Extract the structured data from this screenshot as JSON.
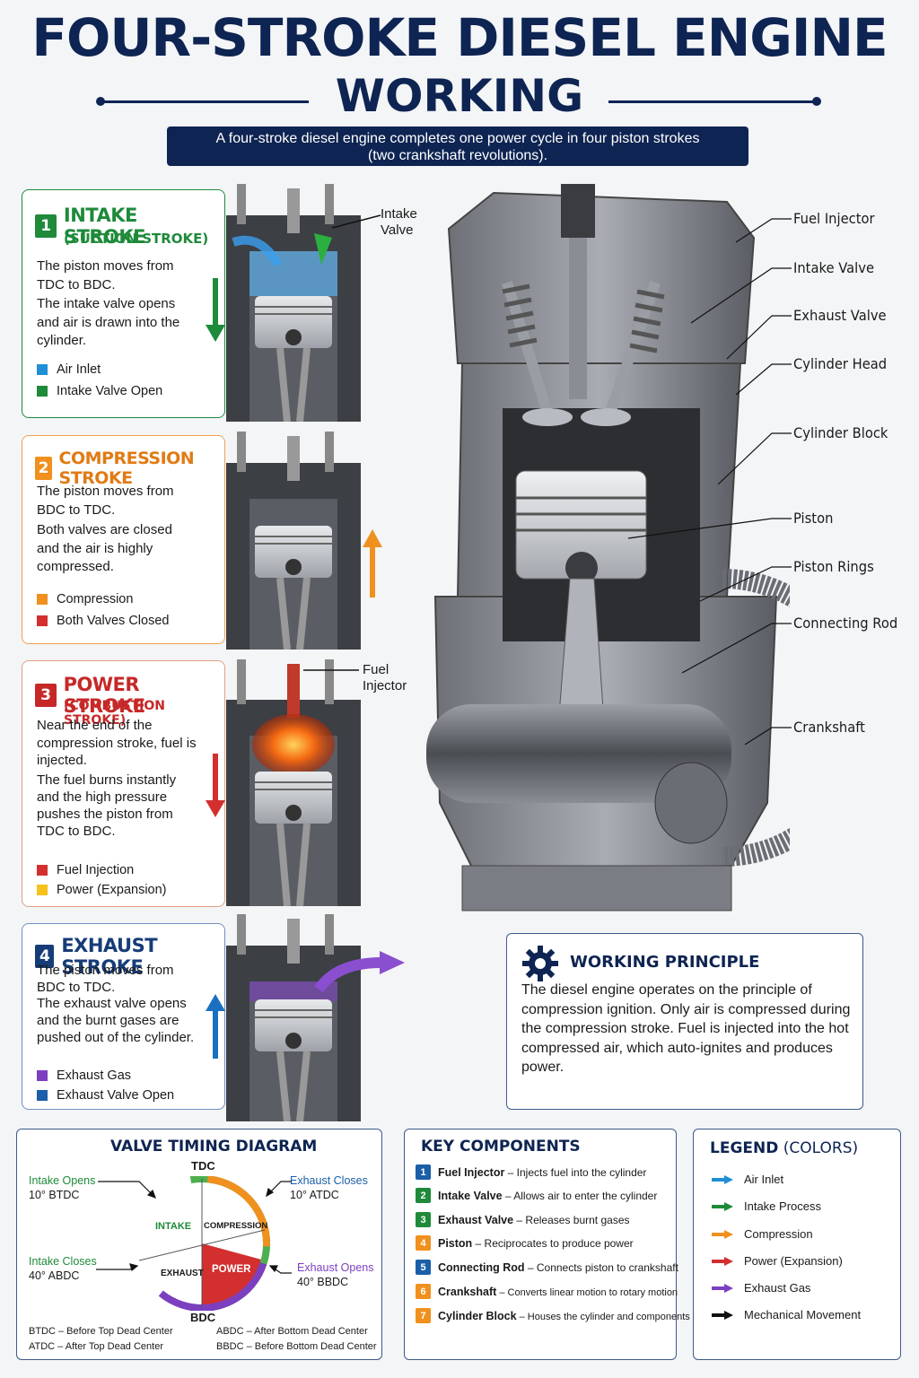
{
  "title": {
    "line1": "FOUR-STROKE DIESEL ENGINE",
    "line2": "WORKING",
    "subtitle_l1": "A four-stroke diesel engine completes one power cycle in four piston strokes",
    "subtitle_l2": "(two crankshaft revolutions)."
  },
  "strokes": [
    {
      "num": "1",
      "title": "INTAKE STROKE",
      "subtitle": "(SUCTION STROKE)",
      "color": "#1e8a3a",
      "text1": "The piston moves from TDC to BDC.",
      "text2": "The intake valve opens and air is drawn into the cylinder.",
      "legend": [
        {
          "label": "Air Inlet",
          "color": "#1f8fd6"
        },
        {
          "label": "Intake Valve Open",
          "color": "#1e8a3a"
        }
      ],
      "callout": "Intake\nValve"
    },
    {
      "num": "2",
      "title": "COMPRESSION STROKE",
      "subtitle": "",
      "color": "#e07b14",
      "text1": "The piston moves from BDC to TDC.",
      "text2": "Both valves are closed and the air is highly compressed.",
      "legend": [
        {
          "label": "Compression",
          "color": "#f0901e"
        },
        {
          "label": "Both Valves Closed",
          "color": "#d32f2f"
        }
      ]
    },
    {
      "num": "3",
      "title": "POWER STROKE",
      "subtitle": "(COMBUSTION STROKE)",
      "color": "#c62828",
      "text1": "Near the end of the compression stroke, fuel is injected.",
      "text2": "The fuel burns instantly and the high pressure pushes the piston from TDC to BDC.",
      "legend": [
        {
          "label": "Fuel Injection",
          "color": "#d32f2f"
        },
        {
          "label": "Power (Expansion)",
          "color": "#f6c21c"
        }
      ],
      "callout": "Fuel\nInjector"
    },
    {
      "num": "4",
      "title": "EXHAUST STROKE",
      "subtitle": "",
      "color": "#163c78",
      "text1": "The piston moves from BDC to TDC.",
      "text2": "The exhaust valve opens and the burnt gases are pushed out of the cylinder.",
      "legend": [
        {
          "label": "Exhaust Gas",
          "color": "#7b3fbf"
        },
        {
          "label": "Exhaust Valve Open",
          "color": "#1a5fa8"
        }
      ]
    }
  ],
  "engine_labels": [
    "Fuel Injector",
    "Intake Valve",
    "Exhaust Valve",
    "Cylinder Head",
    "Cylinder Block",
    "Piston",
    "Piston Rings",
    "Connecting Rod",
    "Crankshaft"
  ],
  "principle": {
    "title": "WORKING PRINCIPLE",
    "text": "The diesel engine operates on the principle of compression ignition. Only air is compressed during the compression stroke. Fuel is injected into the hot compressed air, which auto-ignites and produces power."
  },
  "valve_timing": {
    "title": "VALVE TIMING DIAGRAM",
    "tdc": "TDC",
    "bdc": "BDC",
    "sectors": {
      "intake": "INTAKE",
      "compression": "COMPRESSION",
      "power": "POWER",
      "exhaust": "EXHAUST"
    },
    "intake_opens": {
      "label": "Intake Opens",
      "value": "10° BTDC"
    },
    "exhaust_closes": {
      "label": "Exhaust Closes",
      "value": "10° ATDC"
    },
    "intake_closes": {
      "label": "Intake Closes",
      "value": "40° ABDC"
    },
    "exhaust_opens": {
      "label": "Exhaust Opens",
      "value": "40° BBDC"
    },
    "abbr": [
      "BTDC – Before Top Dead Center",
      "ATDC – After Top Dead Center",
      "ABDC – After Bottom Dead Center",
      "BBDC – Before Bottom Dead Center"
    ]
  },
  "key_components": {
    "title": "KEY COMPONENTS",
    "items": [
      {
        "num": "1",
        "name": "Fuel Injector",
        "desc": " – Injects fuel into the cylinder",
        "color": "#1a5fa8"
      },
      {
        "num": "2",
        "name": "Intake Valve",
        "desc": " – Allows air to enter the cylinder",
        "color": "#1e8a3a"
      },
      {
        "num": "3",
        "name": "Exhaust Valve",
        "desc": " – Releases burnt gases",
        "color": "#1e8a3a"
      },
      {
        "num": "4",
        "name": "Piston",
        "desc": " – Reciprocates to produce power",
        "color": "#f0901e"
      },
      {
        "num": "5",
        "name": "Connecting Rod",
        "desc": " – Connects piston to crankshaft",
        "color": "#1a5fa8"
      },
      {
        "num": "6",
        "name": "Crankshaft",
        "desc": " – Converts linear motion to rotary motion",
        "color": "#f0901e"
      },
      {
        "num": "7",
        "name": "Cylinder Block",
        "desc": " – Houses the cylinder and components",
        "color": "#f0901e"
      }
    ]
  },
  "legend": {
    "title_bold": "LEGEND",
    "title_rest": " (COLORS)",
    "items": [
      {
        "label": "Air Inlet",
        "color": "#1f8fd6"
      },
      {
        "label": "Intake Process",
        "color": "#1e8a3a"
      },
      {
        "label": "Compression",
        "color": "#f0901e"
      },
      {
        "label": "Power (Expansion)",
        "color": "#d32f2f"
      },
      {
        "label": "Exhaust Gas",
        "color": "#7b3fbf"
      },
      {
        "label": "Mechanical Movement",
        "color": "#111111"
      }
    ]
  }
}
